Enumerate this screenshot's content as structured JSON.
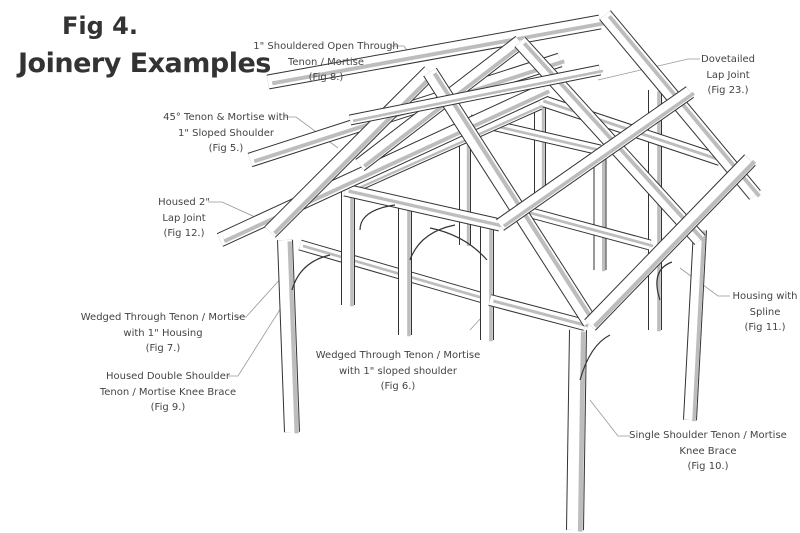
{
  "title": {
    "line1": "Fig 4.",
    "line2": "Joinery Examples"
  },
  "labels": [
    {
      "id": "fig8",
      "lines": [
        "1\" Shouldered Open Through",
        "Tenon / Mortise",
        "(Fig 8.)"
      ]
    },
    {
      "id": "fig23",
      "lines": [
        "Dovetailed",
        "Lap Joint",
        "(Fig 23.)"
      ]
    },
    {
      "id": "fig5",
      "lines": [
        "45° Tenon & Mortise with",
        "1\" Sloped Shoulder",
        "(Fig 5.)"
      ]
    },
    {
      "id": "fig12",
      "lines": [
        "Housed 2\"",
        "Lap Joint",
        "(Fig 12.)"
      ]
    },
    {
      "id": "fig11",
      "lines": [
        "Housing with",
        "Spline",
        "(Fig 11.)"
      ]
    },
    {
      "id": "fig7",
      "lines": [
        "Wedged Through Tenon / Mortise",
        "with 1\" Housing",
        "(Fig 7.)"
      ]
    },
    {
      "id": "fig9",
      "lines": [
        "Housed Double Shoulder",
        "Tenon / Mortise Knee Brace",
        "(Fig 9.)"
      ]
    },
    {
      "id": "fig6",
      "lines": [
        "Wedged Through Tenon / Mortise",
        "with 1\" sloped shoulder",
        "(Fig 6.)"
      ]
    },
    {
      "id": "fig10",
      "lines": [
        "Single Shoulder Tenon / Mortise",
        "Knee Brace",
        "(Fig 10.)"
      ]
    }
  ],
  "colors": {
    "ink": "#333333",
    "leader": "#999999",
    "timber": "#ffffff",
    "shade": "#bdbdbd"
  }
}
